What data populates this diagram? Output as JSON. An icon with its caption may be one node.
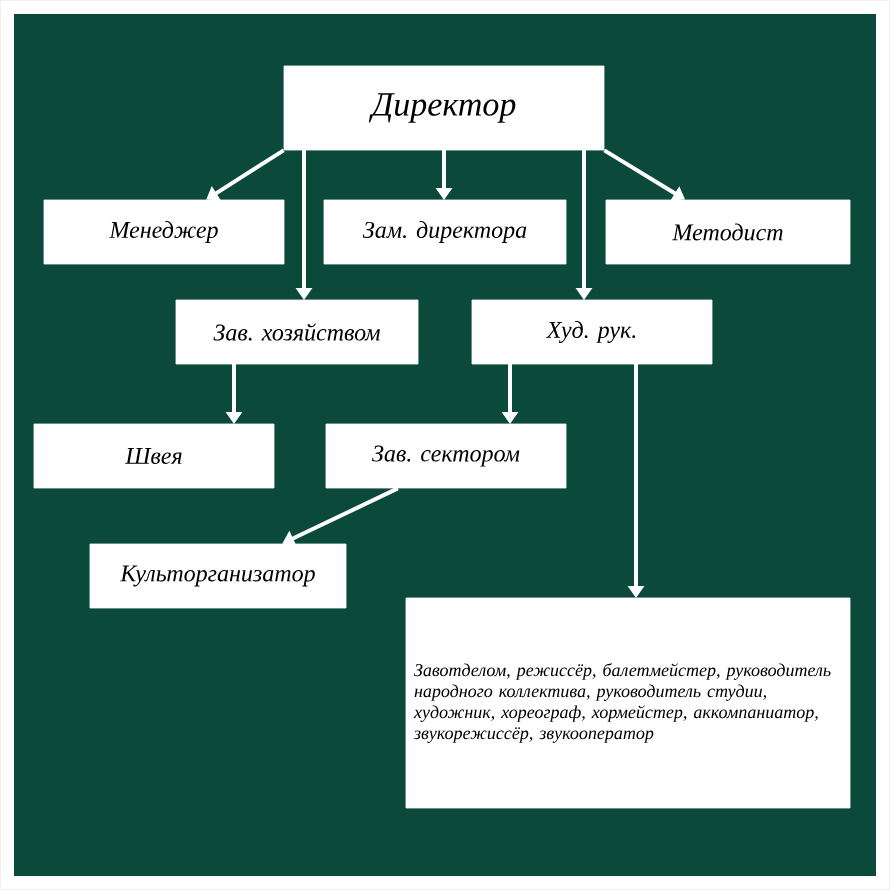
{
  "diagram": {
    "nodes": [
      {
        "text": [
          "Директор"
        ]
      },
      {
        "text": [
          "Менеджер"
        ]
      },
      {
        "text": [
          "Зам. директора"
        ]
      },
      {
        "text": [
          "Методист"
        ]
      },
      {
        "text": [
          "Зав. хозяйством"
        ]
      },
      {
        "text": [
          "Худ. рук."
        ]
      },
      {
        "text": [
          "Швея"
        ]
      },
      {
        "text": [
          "Зав. сектором"
        ]
      },
      {
        "text": [
          "Культорганизатор"
        ]
      },
      {
        "text": [
          "Завотделом, режиссёр, балетмейстер, руководитель народного коллектива, руководитель студии, художник, хореограф, хормейстер, аккомпаниатор, звукорежиссёр, звукооператор"
        ]
      }
    ],
    "edges": [
      {
        "from": 0,
        "to": 1,
        "arrow": "to"
      },
      {
        "from": 0,
        "to": 4,
        "arrow": "to"
      },
      {
        "from": 0,
        "to": 2,
        "arrow": "to"
      },
      {
        "from": 0,
        "to": 5,
        "arrow": "to"
      },
      {
        "from": 0,
        "to": 3,
        "arrow": "to"
      },
      {
        "from": 4,
        "to": 6,
        "arrow": "to"
      },
      {
        "from": 5,
        "to": 7,
        "arrow": "to"
      },
      {
        "from": 7,
        "to": 8,
        "arrow": "to"
      },
      {
        "from": 5,
        "to": 9,
        "arrow": "to"
      }
    ]
  }
}
